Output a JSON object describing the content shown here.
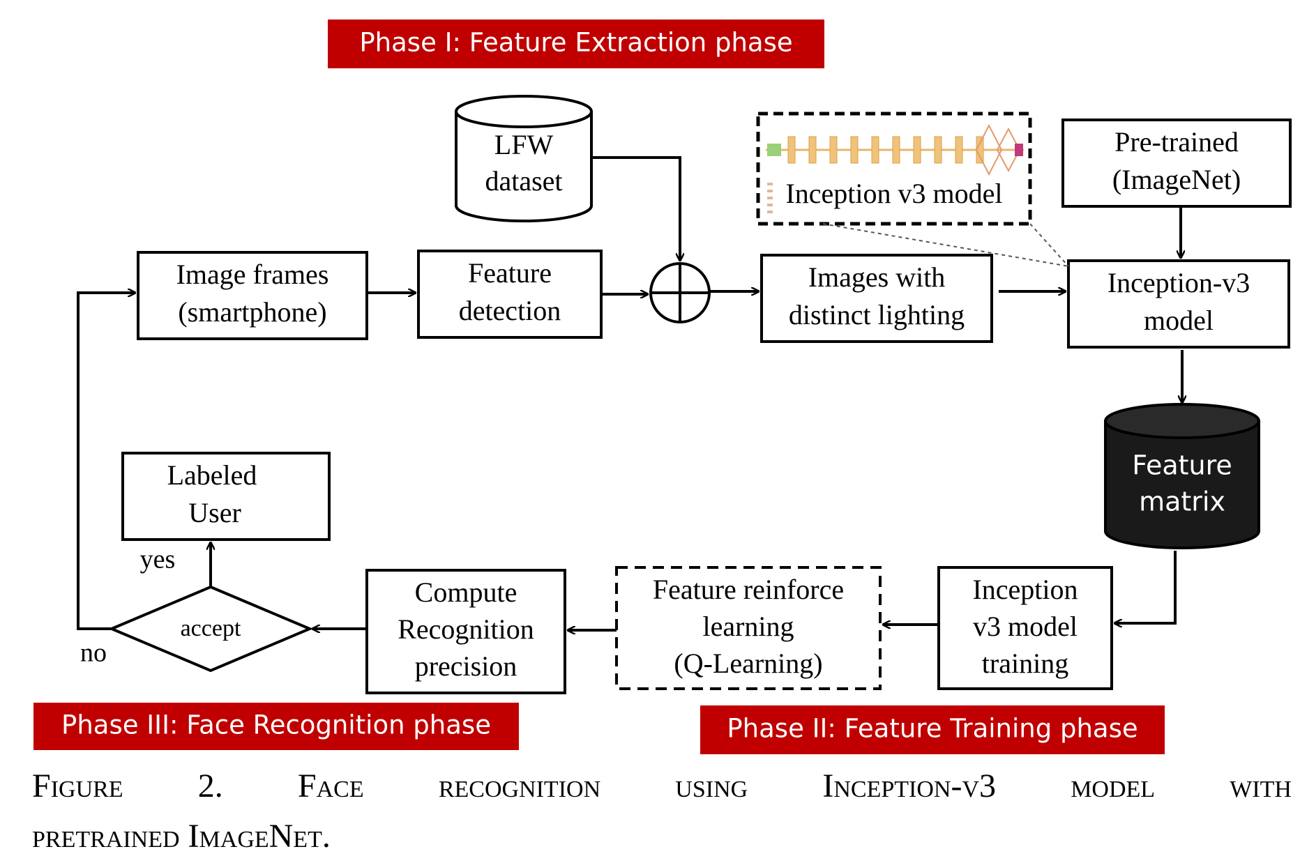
{
  "phases": {
    "phase1": "Phase I: Feature Extraction phase",
    "phase2": "Phase II: Feature Training phase",
    "phase3": "Phase III: Face Recognition phase"
  },
  "nodes": {
    "lfw_dataset": [
      "LFW",
      "dataset"
    ],
    "inception_thumbnail": "Inception v3 model",
    "pretrained": [
      "Pre-trained",
      "(ImageNet)"
    ],
    "image_frames": [
      "Image frames",
      "(smartphone)"
    ],
    "feature_detection": [
      "Feature",
      "detection"
    ],
    "images_lighting": [
      "Images with",
      "distinct lighting"
    ],
    "inception_model": [
      "Inception-v3",
      "model"
    ],
    "feature_matrix": [
      "Feature",
      "matrix"
    ],
    "inception_training": [
      "Inception",
      "v3 model",
      "training"
    ],
    "feature_reinforce": [
      "Feature reinforce",
      "learning",
      "(Q-Learning)"
    ],
    "compute_precision": [
      "Compute",
      "Recognition",
      "precision"
    ],
    "accept": "accept",
    "labeled_user": [
      "Labeled",
      "User"
    ]
  },
  "edge_labels": {
    "yes": "yes",
    "no": "no"
  },
  "caption": {
    "line1": "Figure 2. Face recognition using Inception-v3 model with",
    "line2": "pretrained ImageNet."
  },
  "colors": {
    "phase_banner": "#C00000",
    "phase_text": "#ffffff",
    "stroke": "#000000",
    "feature_matrix_fill": "#1a1a1a"
  }
}
